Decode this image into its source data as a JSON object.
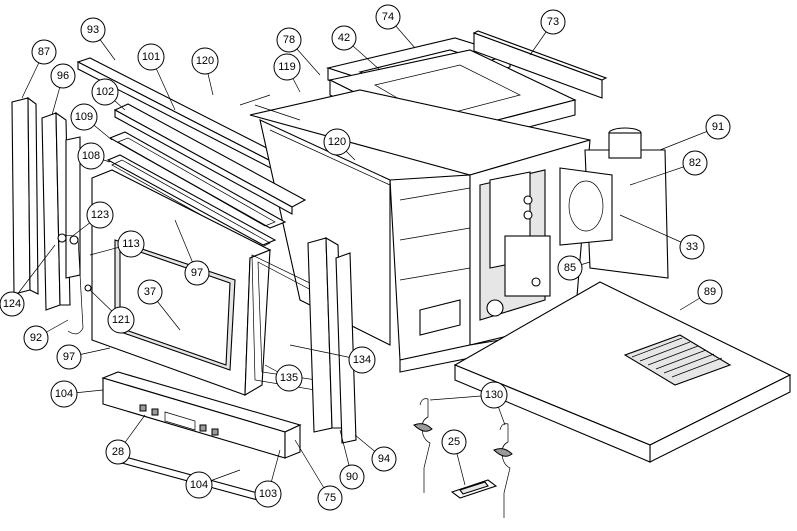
{
  "callouts": [
    {
      "id": "c74",
      "label": "74"
    },
    {
      "id": "c73",
      "label": "73"
    },
    {
      "id": "c93",
      "label": "93"
    },
    {
      "id": "c78",
      "label": "78"
    },
    {
      "id": "c42",
      "label": "42"
    },
    {
      "id": "c87",
      "label": "87"
    },
    {
      "id": "c101",
      "label": "101"
    },
    {
      "id": "c120a",
      "label": "120"
    },
    {
      "id": "c119",
      "label": "119"
    },
    {
      "id": "c96",
      "label": "96"
    },
    {
      "id": "c102",
      "label": "102"
    },
    {
      "id": "c91",
      "label": "91"
    },
    {
      "id": "c109",
      "label": "109"
    },
    {
      "id": "c120b",
      "label": "120"
    },
    {
      "id": "c108",
      "label": "108"
    },
    {
      "id": "c82",
      "label": "82"
    },
    {
      "id": "c123",
      "label": "123"
    },
    {
      "id": "c113",
      "label": "113"
    },
    {
      "id": "c33",
      "label": "33"
    },
    {
      "id": "c85",
      "label": "85"
    },
    {
      "id": "c97a",
      "label": "97"
    },
    {
      "id": "c37",
      "label": "37"
    },
    {
      "id": "c89",
      "label": "89"
    },
    {
      "id": "c124",
      "label": "124"
    },
    {
      "id": "c121",
      "label": "121"
    },
    {
      "id": "c92",
      "label": "92"
    },
    {
      "id": "c97b",
      "label": "97"
    },
    {
      "id": "c134",
      "label": "134"
    },
    {
      "id": "c135",
      "label": "135"
    },
    {
      "id": "c104a",
      "label": "104"
    },
    {
      "id": "c130",
      "label": "130"
    },
    {
      "id": "c28",
      "label": "28"
    },
    {
      "id": "c25",
      "label": "25"
    },
    {
      "id": "c94",
      "label": "94"
    },
    {
      "id": "c90",
      "label": "90"
    },
    {
      "id": "c104b",
      "label": "104"
    },
    {
      "id": "c103",
      "label": "103"
    },
    {
      "id": "c75",
      "label": "75"
    }
  ]
}
